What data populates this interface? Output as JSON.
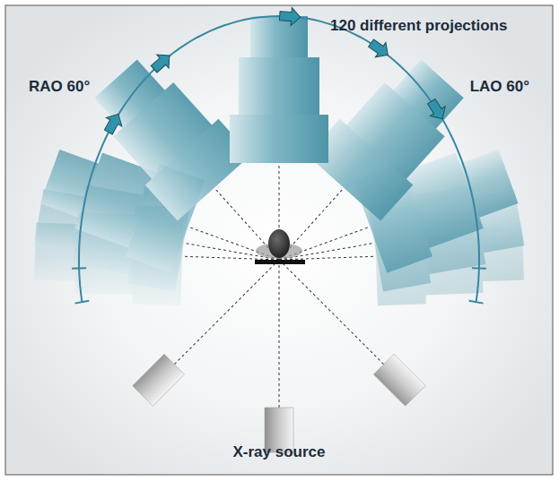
{
  "diagram": {
    "labels": [
      "120 different projections",
      "RAO 60°",
      "LAO 60°",
      "X-ray source"
    ]
  }
}
